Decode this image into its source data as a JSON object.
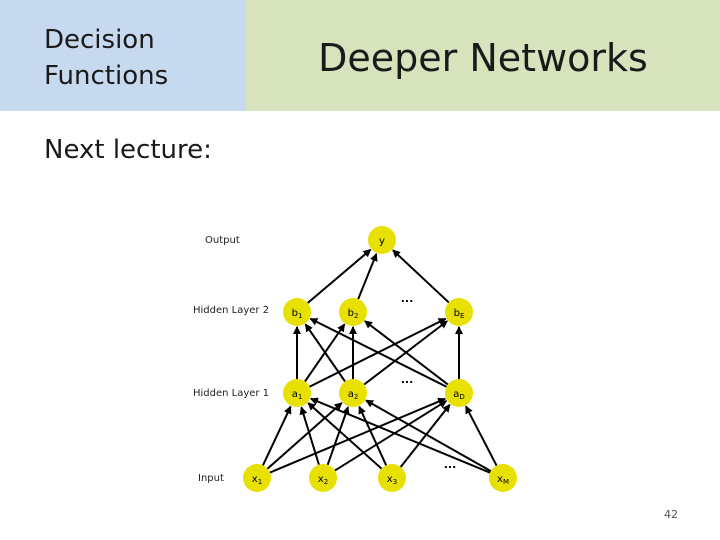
{
  "header": {
    "section_title": "Decision\nFunctions",
    "title": "Deeper Networks",
    "left_color": "#c6d9ef",
    "right_color": "#d6e3bc"
  },
  "subheading": "Next lecture:",
  "diagram": {
    "node_color": "#e8e000",
    "edge_color": "#000000",
    "layers": {
      "output": {
        "label": "Output",
        "nodes": [
          "y"
        ]
      },
      "hidden2": {
        "label": "Hidden Layer 2",
        "nodes": [
          "b1",
          "b2",
          "...",
          "bE"
        ]
      },
      "hidden1": {
        "label": "Hidden Layer 1",
        "nodes": [
          "a1",
          "a2",
          "...",
          "aD"
        ]
      },
      "input": {
        "label": "Input",
        "nodes": [
          "x1",
          "x2",
          "x3",
          "...",
          "xM"
        ]
      }
    }
  },
  "page_number": "42"
}
